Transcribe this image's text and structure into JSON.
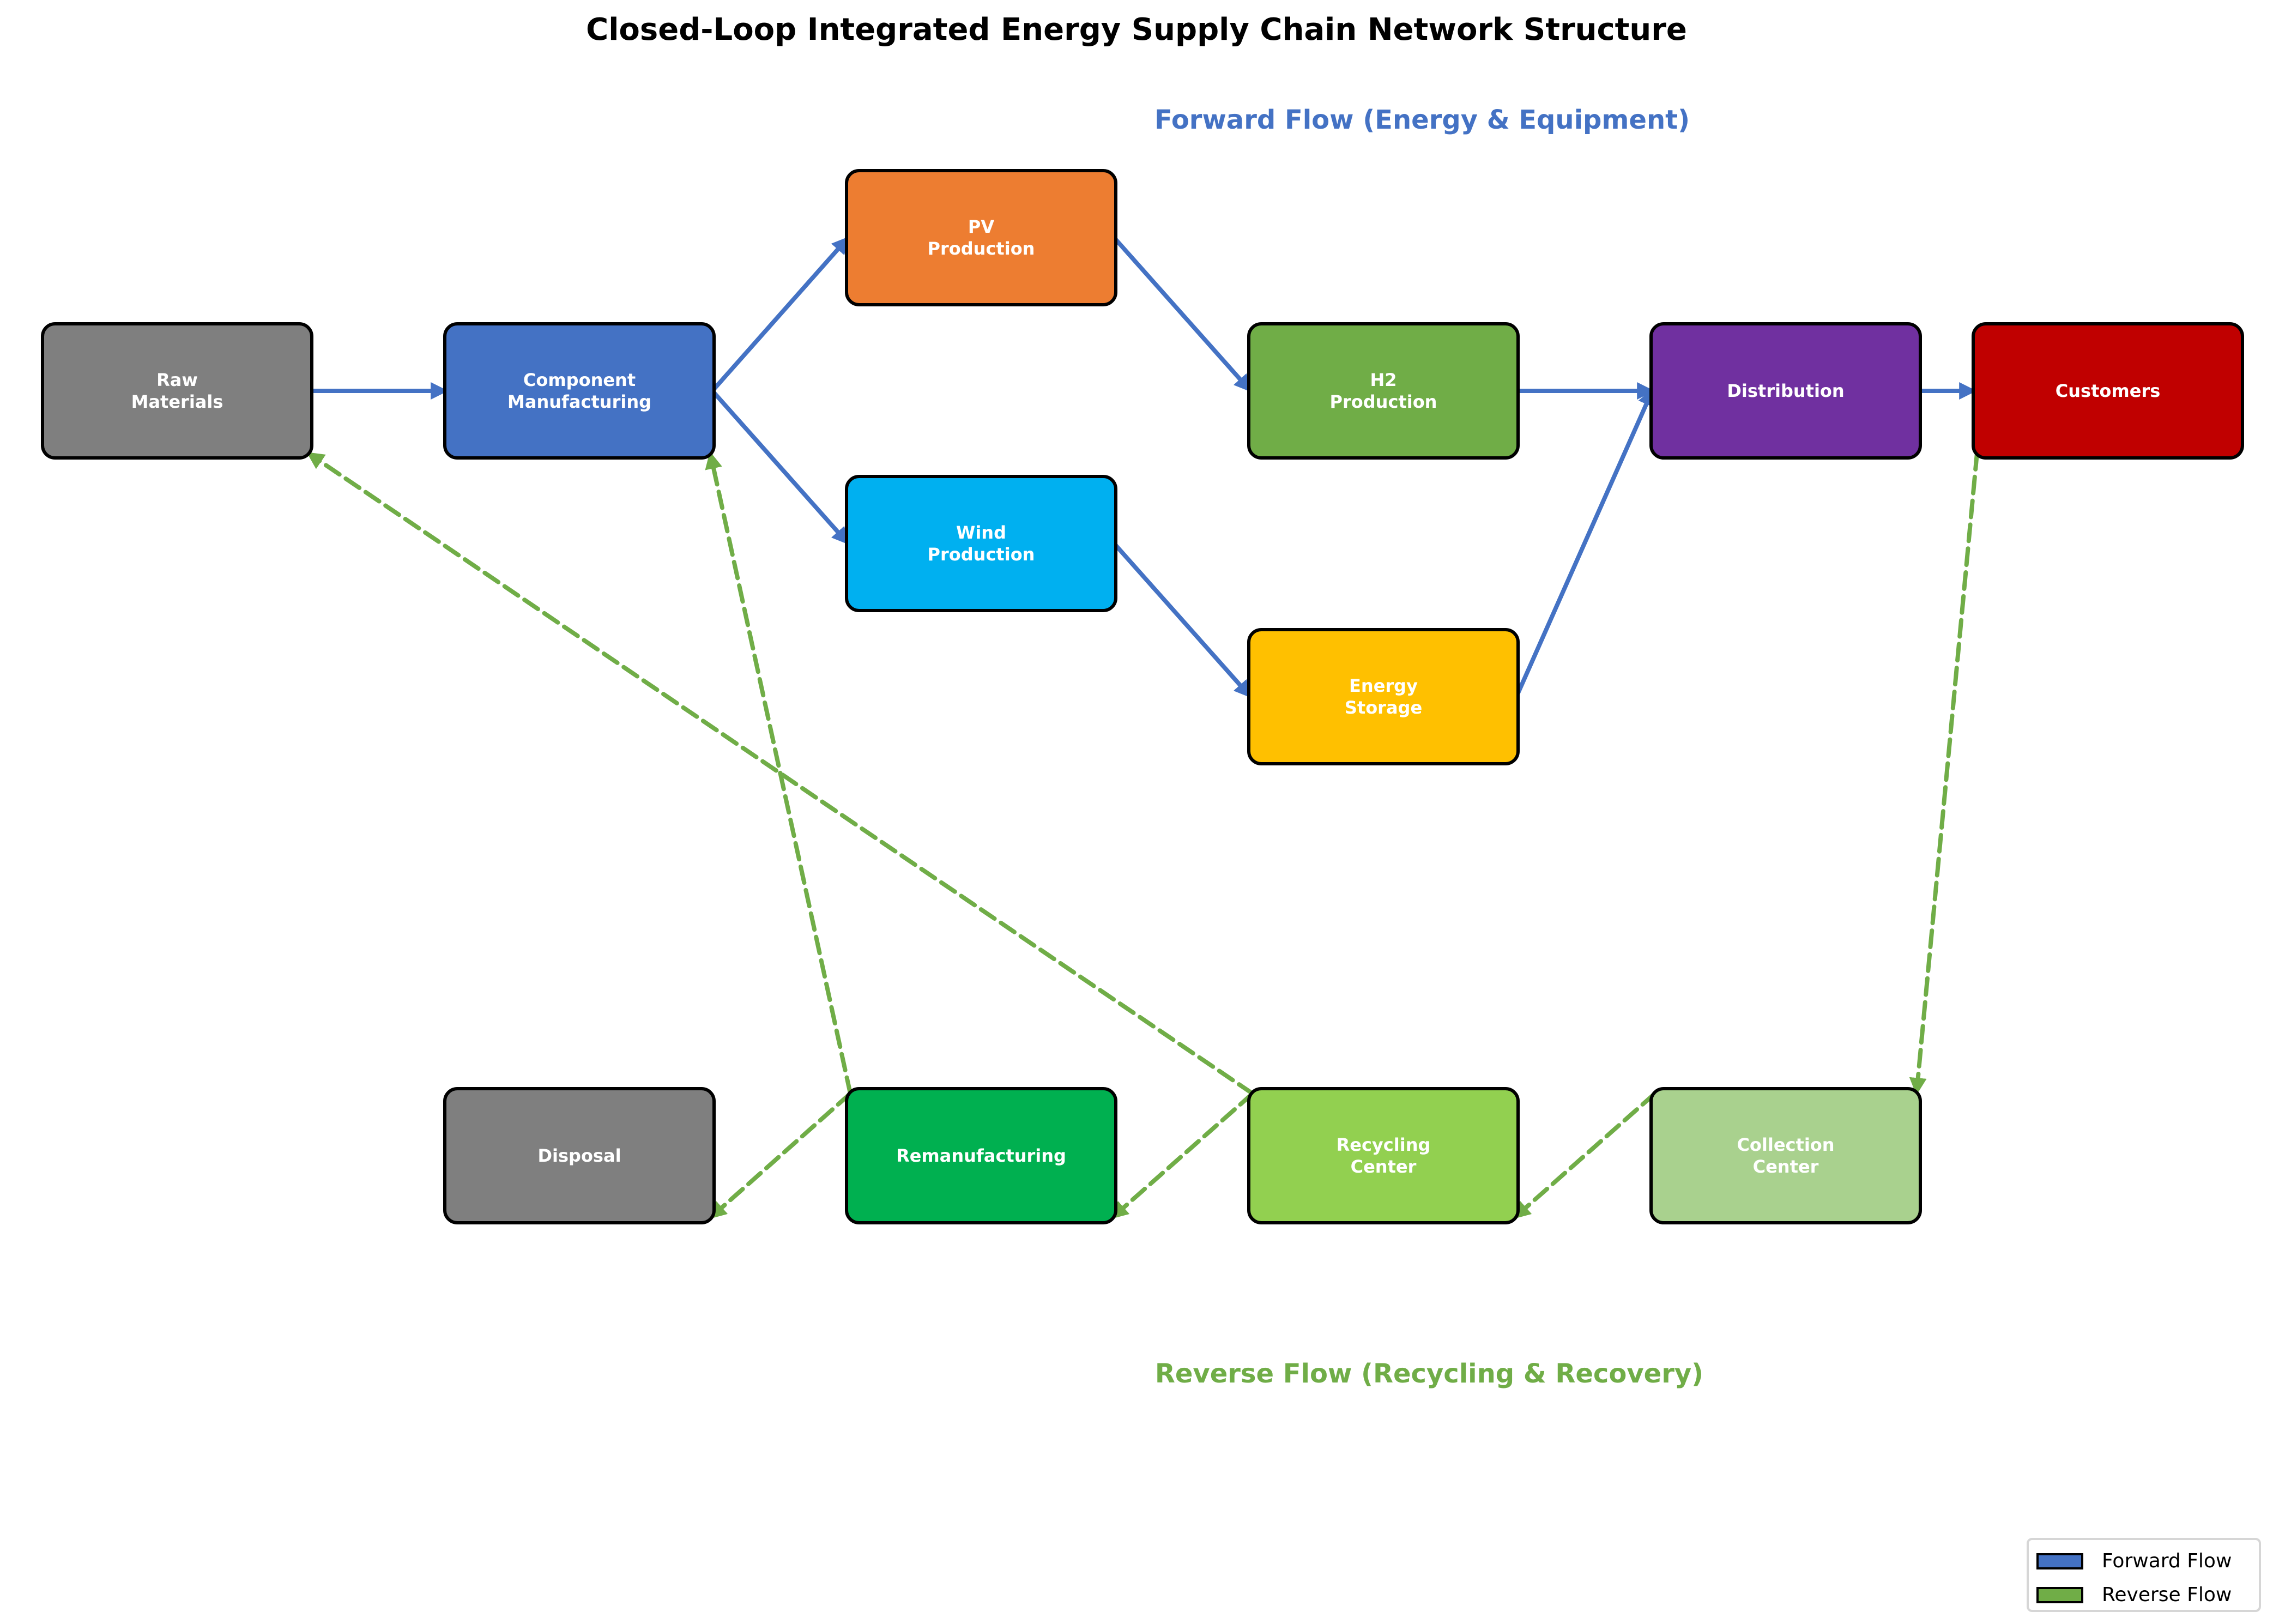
{
  "title": "Closed-Loop Integrated Energy Supply Chain Network Structure",
  "flow_labels": {
    "forward": "Forward Flow (Energy & Equipment)",
    "reverse": "Reverse Flow (Recycling & Recovery)"
  },
  "colors": {
    "forward": "#4472C4",
    "reverse": "#70AD47",
    "node_border": "#000000",
    "node_text": "#FFFFFF"
  },
  "nodes": [
    {
      "id": "raw-materials",
      "label": "Raw\nMaterials",
      "color": "#7F7F7F"
    },
    {
      "id": "component-manufacturing",
      "label": "Component\nManufacturing",
      "color": "#4472C4"
    },
    {
      "id": "pv-production",
      "label": "PV\nProduction",
      "color": "#ED7D31"
    },
    {
      "id": "wind-production",
      "label": "Wind\nProduction",
      "color": "#00B0F0"
    },
    {
      "id": "h2-production",
      "label": "H2\nProduction",
      "color": "#70AD47"
    },
    {
      "id": "energy-storage",
      "label": "Energy\nStorage",
      "color": "#FFC000"
    },
    {
      "id": "distribution",
      "label": "Distribution",
      "color": "#7030A0"
    },
    {
      "id": "customers",
      "label": "Customers",
      "color": "#C00000"
    },
    {
      "id": "collection-center",
      "label": "Collection\nCenter",
      "color": "#A9D18E"
    },
    {
      "id": "recycling-center",
      "label": "Recycling\nCenter",
      "color": "#92D050"
    },
    {
      "id": "remanufacturing",
      "label": "Remanufacturing",
      "color": "#00B050"
    },
    {
      "id": "disposal",
      "label": "Disposal",
      "color": "#7F7F7F"
    }
  ],
  "edges": [
    {
      "from": "raw-materials",
      "to": "component-manufacturing",
      "type": "forward"
    },
    {
      "from": "component-manufacturing",
      "to": "pv-production",
      "type": "forward"
    },
    {
      "from": "component-manufacturing",
      "to": "wind-production",
      "type": "forward"
    },
    {
      "from": "pv-production",
      "to": "h2-production",
      "type": "forward"
    },
    {
      "from": "wind-production",
      "to": "energy-storage",
      "type": "forward"
    },
    {
      "from": "h2-production",
      "to": "distribution",
      "type": "forward"
    },
    {
      "from": "energy-storage",
      "to": "distribution",
      "type": "forward"
    },
    {
      "from": "distribution",
      "to": "customers",
      "type": "forward"
    },
    {
      "from": "customers",
      "to": "collection-center",
      "type": "reverse"
    },
    {
      "from": "collection-center",
      "to": "recycling-center",
      "type": "reverse"
    },
    {
      "from": "recycling-center",
      "to": "remanufacturing",
      "type": "reverse"
    },
    {
      "from": "recycling-center",
      "to": "raw-materials",
      "type": "reverse"
    },
    {
      "from": "remanufacturing",
      "to": "component-manufacturing",
      "type": "reverse"
    },
    {
      "from": "remanufacturing",
      "to": "disposal",
      "type": "reverse"
    }
  ],
  "legend": [
    {
      "label": "Forward Flow",
      "color": "#4472C4"
    },
    {
      "label": "Reverse Flow",
      "color": "#70AD47"
    }
  ]
}
